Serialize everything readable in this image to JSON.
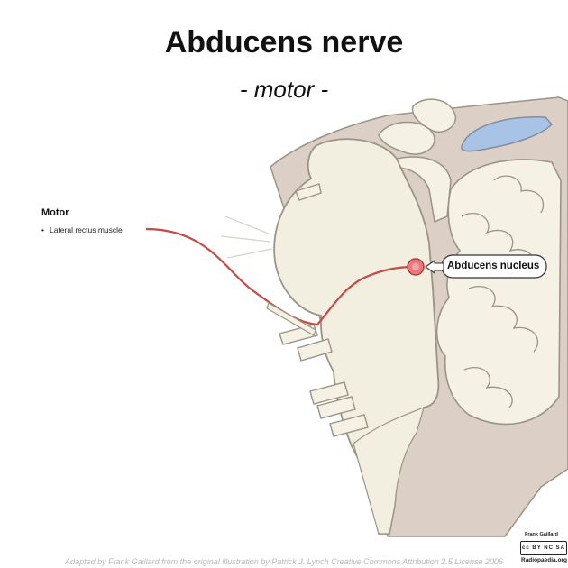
{
  "header": {
    "title": "Abducens nerve",
    "subtitle": "- motor -"
  },
  "legend": {
    "heading": "Motor",
    "items": [
      {
        "label": "Lateral rectus muscle"
      }
    ]
  },
  "callout": {
    "label": "Abducens nucleus"
  },
  "footer": {
    "credit": "Adapted by Frank Gaillard from the original illustration by Patrick J. Lynch Creative Commons Attribution 2.5 License 2006",
    "author_signature": "Frank Gaillard",
    "license_badge": "cc BY NC SA",
    "site": "Radiopaedia.org"
  },
  "colors": {
    "nerve_line": "#c84a44",
    "nucleus_fill": "#e87a7e",
    "brainstem_fill": "#f3efe0",
    "brain_outline": "#9a9486",
    "cerebellum_fill": "#f5f1e4",
    "dural_fill": "#dccfc6",
    "ventricle_fill": "#a9c3e6"
  },
  "icons": {
    "legend_bullet": "bullet-dot-icon",
    "callout_arrow": "arrow-left-icon",
    "license": "creative-commons-icon"
  }
}
